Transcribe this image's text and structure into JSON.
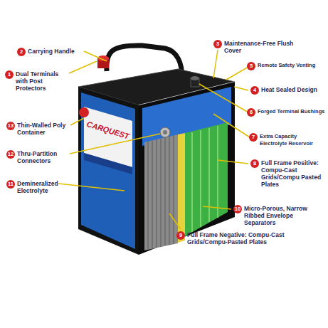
{
  "diagram": {
    "nodes": [
      {
        "text": [
          "3",
          "Maintenance-Free Flush Cover"
        ]
      },
      {
        "text": [
          "2",
          "Carrying Handle"
        ]
      },
      {
        "text": [
          "5",
          "Remote Safety Venting"
        ]
      },
      {
        "text": [
          "1",
          "Dual Terminals with Post Protectors"
        ]
      },
      {
        "text": [
          "4",
          "Heat Sealed Design"
        ]
      },
      {
        "text": [
          "6",
          "Forged Terminal Bushings"
        ]
      },
      {
        "text": [
          "13",
          "Thin-Walled Poly Container"
        ]
      },
      {
        "text": [
          "7",
          "Extra Capacity Electrolyte Reservoir"
        ]
      },
      {
        "text": [
          "12",
          "Thru-Partition Connectors"
        ]
      },
      {
        "text": [
          "8",
          "Full Frame Positive: Compu-Cast Grids/Compu Pasted Plates"
        ]
      },
      {
        "text": [
          "11",
          "Demineralized Electrolyte"
        ]
      },
      {
        "text": [
          "10",
          "Micro-Porous, Narrow Ribbed Envelope Separators"
        ]
      },
      {
        "text": [
          "9",
          "Full Frame Negative: Compu-Cast Grids/Compu-Pasted Plates"
        ]
      }
    ],
    "labels": [
      "CARQUEST"
    ]
  }
}
